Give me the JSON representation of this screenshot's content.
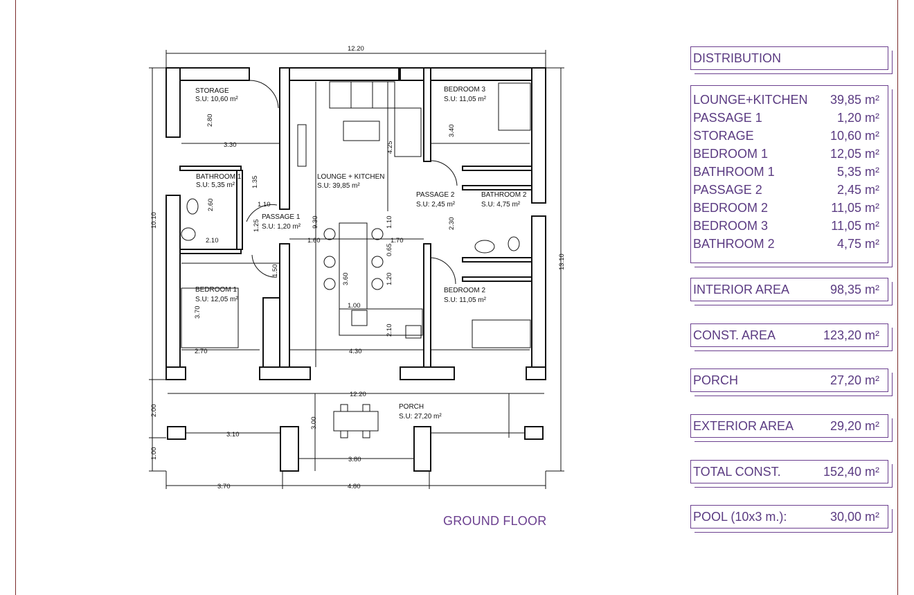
{
  "plan": {
    "rooms": [
      {
        "name": "STORAGE",
        "area": "S.U: 10,60 m²"
      },
      {
        "name": "BATHROOM 1",
        "area": "S.U: 5,35 m²"
      },
      {
        "name": "PASSAGE 1",
        "area": "S.U: 1,20 m²"
      },
      {
        "name": "BEDROOM 1",
        "area": "S.U: 12,05 m²"
      },
      {
        "name": "LOUNGE + KITCHEN",
        "area": "S.U: 39,85 m²"
      },
      {
        "name": "BEDROOM 3",
        "area": "S.U: 11,05 m²"
      },
      {
        "name": "PASSAGE 2",
        "area": "S.U: 2,45 m²"
      },
      {
        "name": "BATHROOM 2",
        "area": "S.U: 4,75 m²"
      },
      {
        "name": "BEDROOM 2",
        "area": "S.U: 11,05 m²"
      },
      {
        "name": "PORCH",
        "area": "S.U: 27,20 m²"
      }
    ],
    "dimensions": [
      "12.20",
      "10.10",
      "13.10",
      "2.00",
      "1.00",
      "2.80",
      "3.30",
      "2.60",
      "2.10",
      "1.35",
      "1.10",
      "1.25",
      "1.50",
      "3.70",
      "2.70",
      "9.30",
      "1.60",
      "4.25",
      "1.10",
      "0.65",
      "1.20",
      "3.60",
      "1.00",
      "2.10",
      "4.30",
      "1.70",
      "3.40",
      "2.30",
      "12.20",
      "3.00",
      "3.10",
      "3.80",
      "3.70",
      "4.80"
    ],
    "sheet_title": "GROUND FLOOR"
  },
  "table": {
    "distribution_label": "DISTRIBUTION",
    "rows": [
      {
        "label": "LOUNGE+KITCHEN",
        "value": "39,85 m²"
      },
      {
        "label": "PASSAGE 1",
        "value": "1,20 m²"
      },
      {
        "label": "STORAGE",
        "value": "10,60 m²"
      },
      {
        "label": "BEDROOM 1",
        "value": "12,05 m²"
      },
      {
        "label": "BATHROOM 1",
        "value": "5,35 m²"
      },
      {
        "label": "PASSAGE 2",
        "value": "2,45 m²"
      },
      {
        "label": "BEDROOM 2",
        "value": "11,05 m²"
      },
      {
        "label": "BEDROOM 3",
        "value": "11,05 m²"
      },
      {
        "label": "BATHROOM 2",
        "value": "4,75 m²"
      }
    ],
    "summary": [
      {
        "label": "INTERIOR AREA",
        "value": "98,35 m²"
      },
      {
        "label": "CONST. AREA",
        "value": "123,20 m²"
      },
      {
        "label": "PORCH",
        "value": "27,20 m²"
      },
      {
        "label": "EXTERIOR AREA",
        "value": "29,20 m²"
      },
      {
        "label": "TOTAL CONST.",
        "value": "152,40 m²"
      },
      {
        "label": "POOL (10x3 m.):",
        "value": "30,00 m²"
      }
    ]
  }
}
